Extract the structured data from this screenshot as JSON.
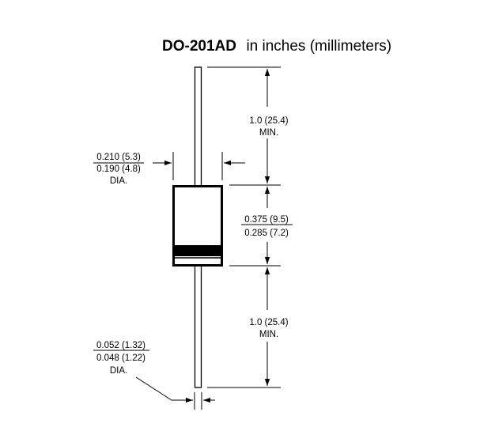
{
  "title": {
    "package": "DO-201AD",
    "units": "in inches (millimeters)"
  },
  "dimensions": {
    "body_diameter": {
      "max": "0.210 (5.3)",
      "min": "0.190 (4.8)",
      "suffix": "DIA."
    },
    "lead_length_top": {
      "value": "1.0 (25.4)",
      "suffix": "MIN."
    },
    "body_length": {
      "max": "0.375 (9.5)",
      "min": "0.285 (7.2)"
    },
    "lead_length_bottom": {
      "value": "1.0 (25.4)",
      "suffix": "MIN."
    },
    "lead_diameter": {
      "max": "0.052 (1.32)",
      "min": "0.048 (1.22)",
      "suffix": "DIA."
    }
  },
  "colors": {
    "ink": "#000000",
    "background": "#ffffff"
  }
}
